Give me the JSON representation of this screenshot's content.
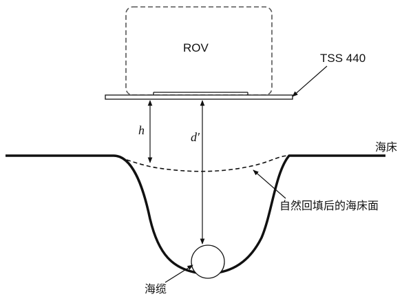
{
  "labels": {
    "rov": "ROV",
    "tss": "TSS 440",
    "h": "h",
    "d_prime": "d′",
    "seabed": "海床",
    "backfill_surface": "自然回填后的海床面",
    "cable": "海缆"
  },
  "colors": {
    "line": "#111111",
    "dashed_box": "#555555",
    "background": "#ffffff"
  }
}
